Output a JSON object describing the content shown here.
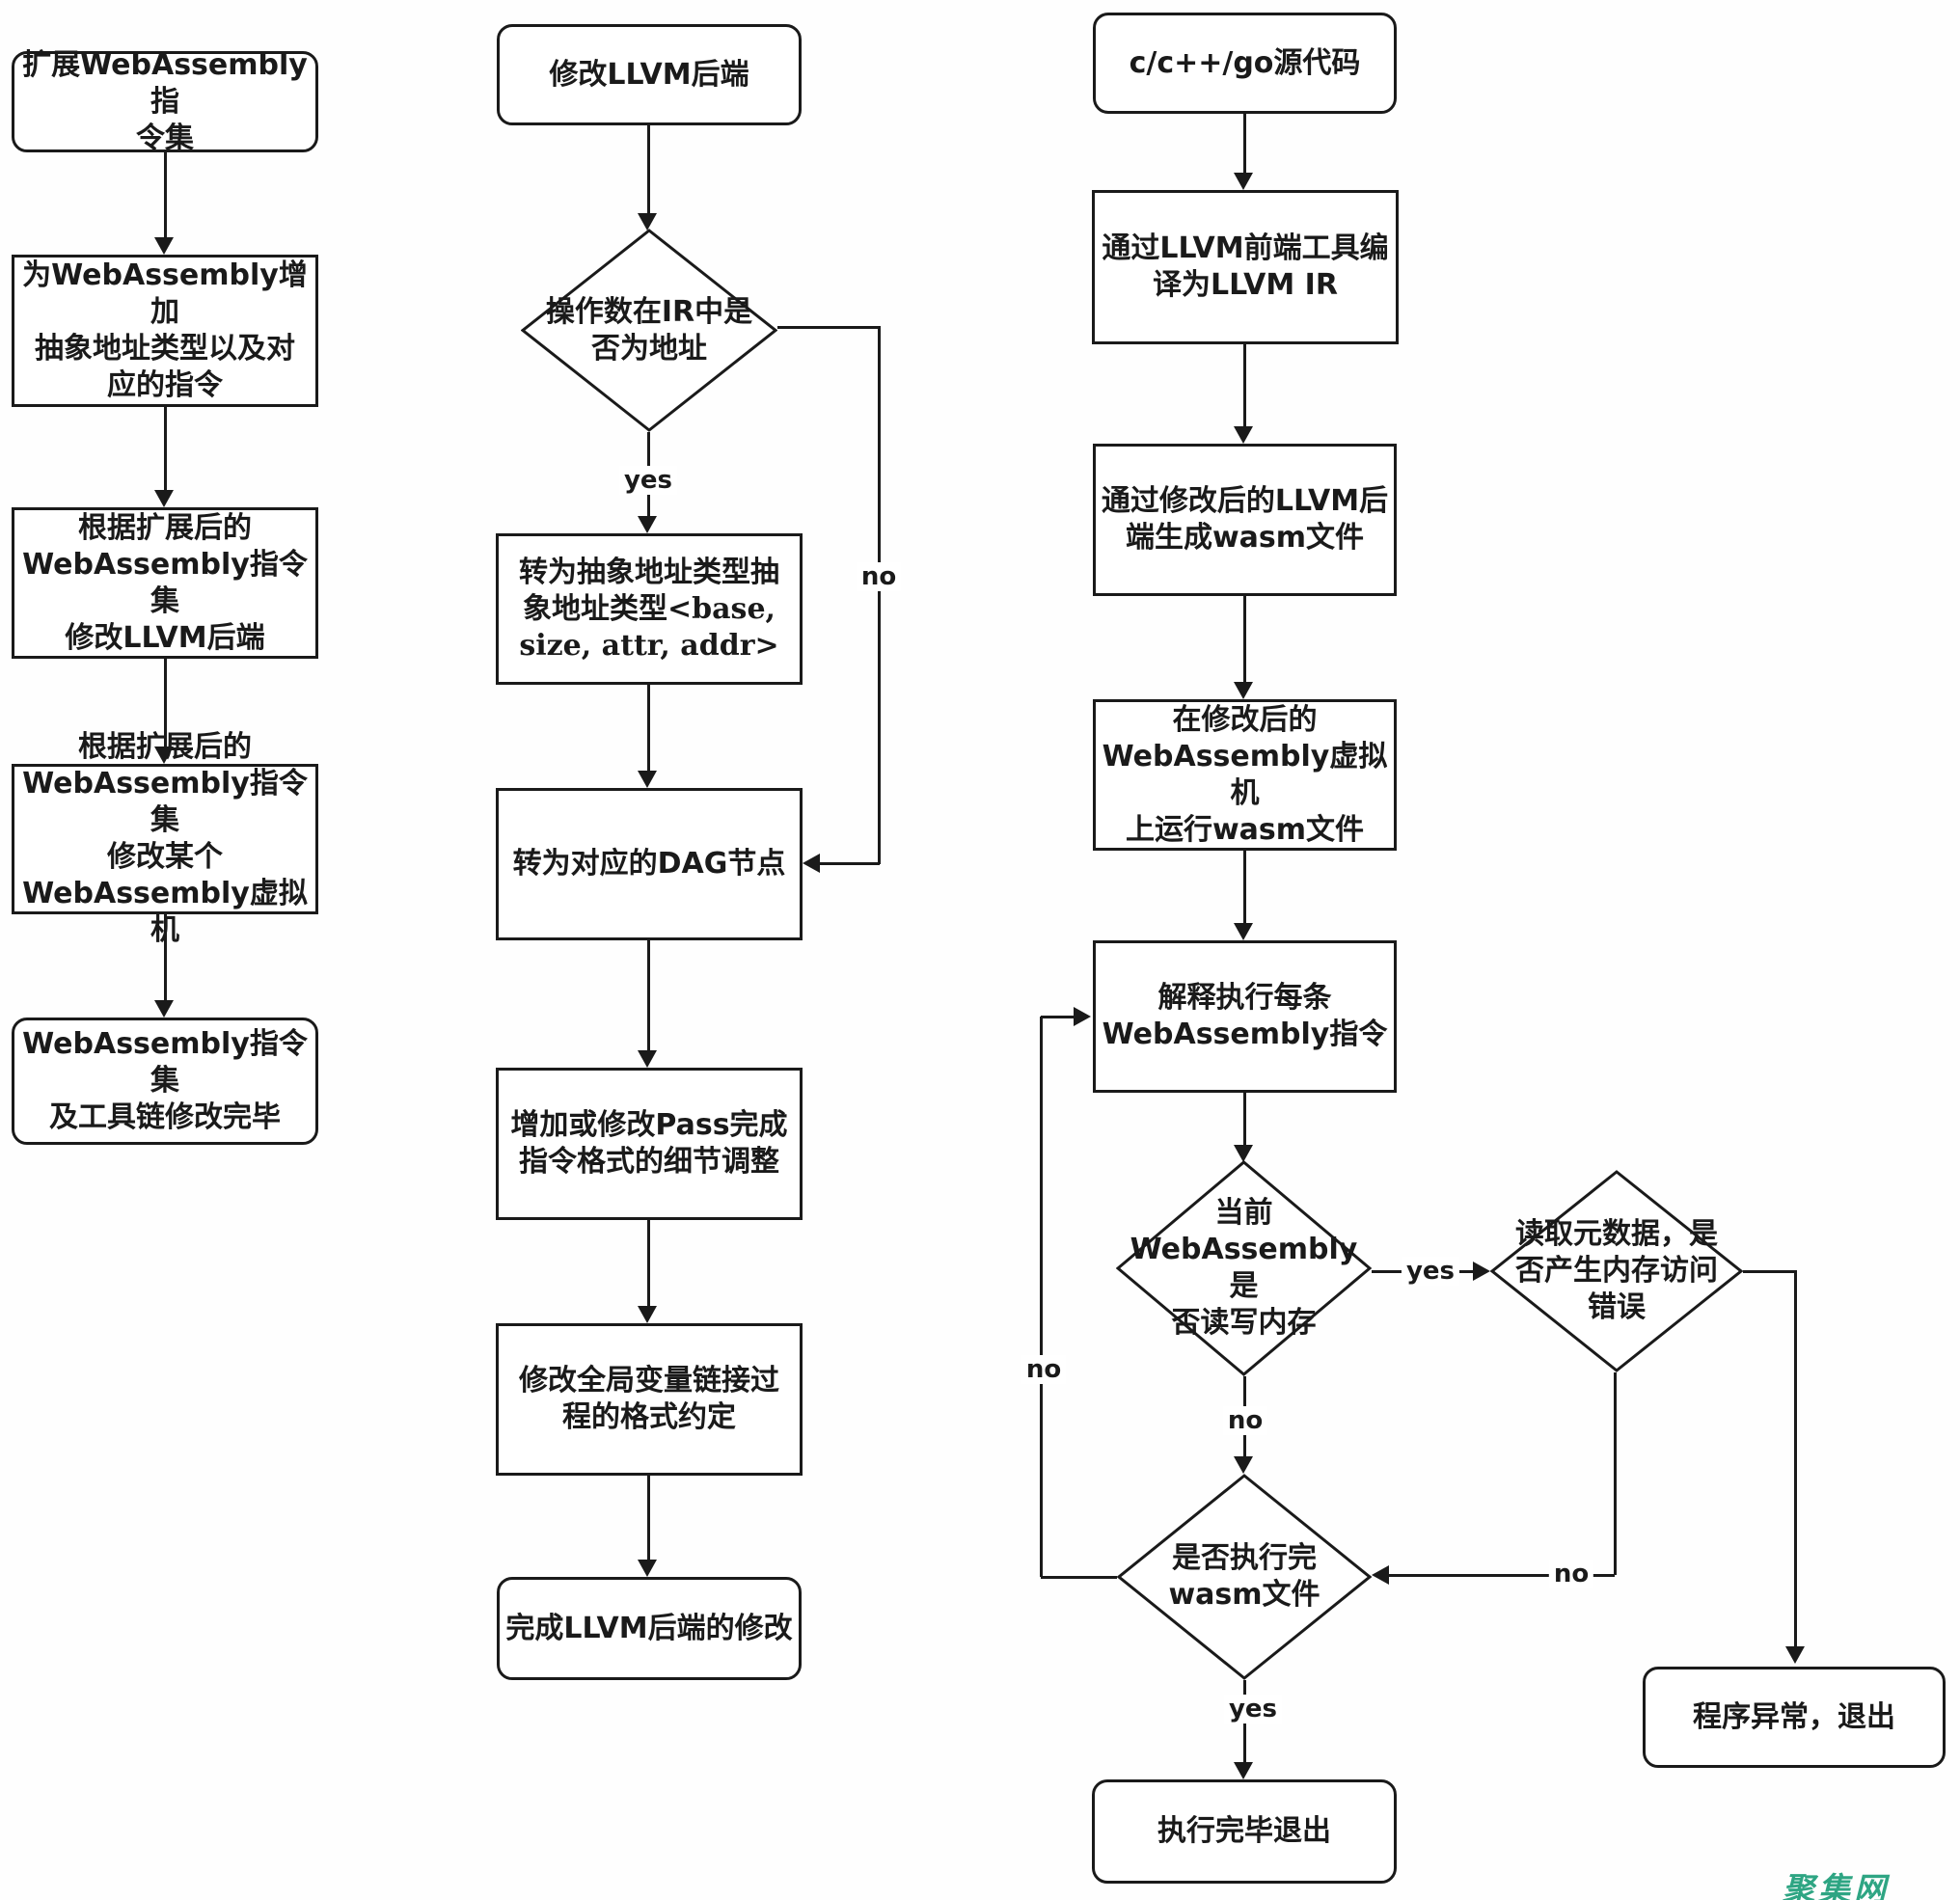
{
  "nodes": {
    "expand_isa": {
      "text": "扩展WebAssembly指\n令集"
    },
    "add_addr_type": {
      "text": "为WebAssembly增加\n抽象地址类型以及对\n应的指令"
    },
    "modify_llvm_by_isa": {
      "text": "根据扩展后的\nWebAssembly指令集\n修改LLVM后端"
    },
    "modify_vm_by_isa": {
      "text": "根据扩展后的\nWebAssembly指令集\n修改某个\nWebAssembly虚拟机"
    },
    "toolchain_done": {
      "text": "WebAssembly指令集\n及工具链修改完毕"
    },
    "modify_llvm_backend": {
      "text": "修改LLVM后端"
    },
    "operand_is_addr": {
      "text": "操作数在IR中是\n否为地址"
    },
    "to_abstract_addr": {
      "text": "转为抽象地址类型抽\n象地址类型<base,\nsize, attr, addr>"
    },
    "to_dag_node": {
      "text": "转为对应的DAG节点"
    },
    "add_pass": {
      "text": "增加或修改Pass完成\n指令格式的细节调整"
    },
    "modify_global_link": {
      "text": "修改全局变量链接过\n程的格式约定"
    },
    "llvm_done": {
      "text": "完成LLVM后端的修改"
    },
    "source_code": {
      "text": "c/c++/go源代码"
    },
    "frontend_ir": {
      "text": "通过LLVM前端工具编\n译为LLVM IR"
    },
    "backend_wasm": {
      "text": "通过修改后的LLVM后\n端生成wasm文件"
    },
    "run_on_vm": {
      "text": "在修改后的\nWebAssembly虚拟机\n上运行wasm文件"
    },
    "interpret_each": {
      "text": "解释执行每条\nWebAssembly指令"
    },
    "rw_memory": {
      "text": "当前\nWebAssembly是\n否读写内存"
    },
    "exec_done_q": {
      "text": "是否执行完\nwasm文件"
    },
    "read_metadata": {
      "text": "读取元数据，是\n否产生内存访问\n错误"
    },
    "exec_exit": {
      "text": "执行完毕退出"
    },
    "program_error": {
      "text": "程序异常，退出"
    }
  },
  "edge_labels": {
    "yes": "yes",
    "no": "no"
  },
  "watermark": {
    "text": "聚集网",
    "color": "#2ea583"
  }
}
